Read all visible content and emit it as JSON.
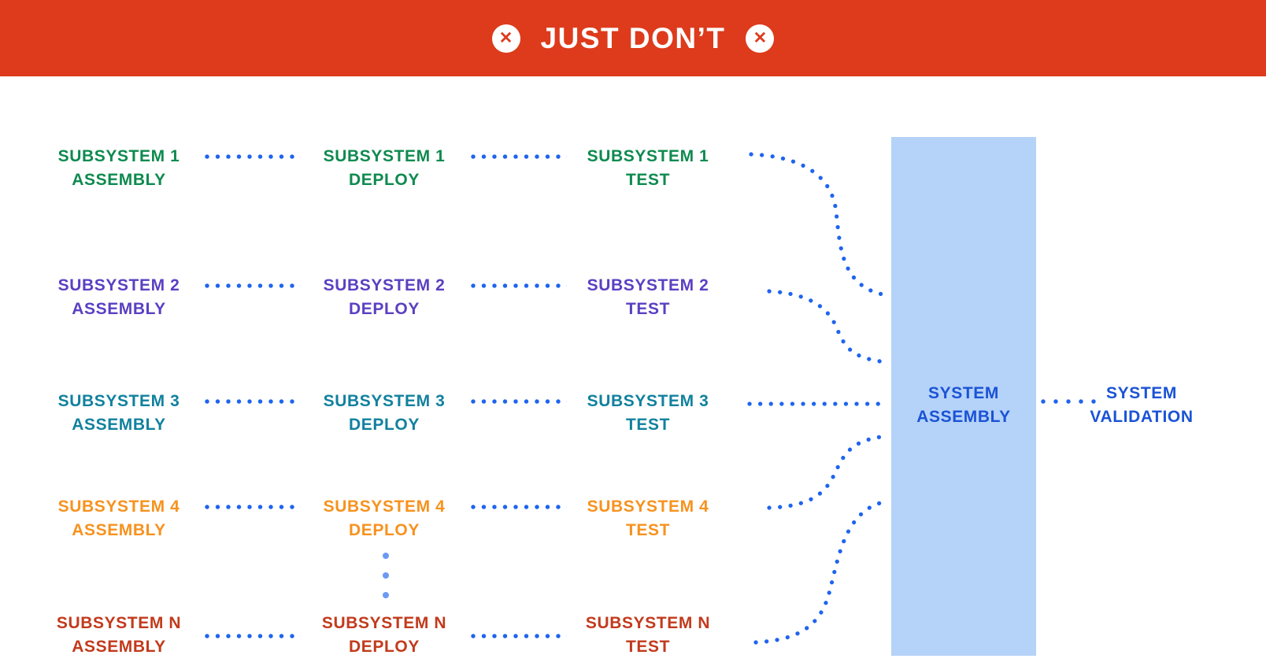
{
  "banner": {
    "title": "JUST DON’T",
    "icon": "x-circle",
    "background_color": "#DD3B1C",
    "icon_glyph": "✕"
  },
  "rows": [
    {
      "name": "subsystem-1",
      "color": "#0E8A4F",
      "cells": [
        {
          "line1": "SUBSYSTEM 1",
          "line2": "ASSEMBLY"
        },
        {
          "line1": "SUBSYSTEM 1",
          "line2": "DEPLOY"
        },
        {
          "line1": "SUBSYSTEM 1",
          "line2": "TEST"
        }
      ]
    },
    {
      "name": "subsystem-2",
      "color": "#5B40C2",
      "cells": [
        {
          "line1": "SUBSYSTEM 2",
          "line2": "ASSEMBLY"
        },
        {
          "line1": "SUBSYSTEM 2",
          "line2": "DEPLOY"
        },
        {
          "line1": "SUBSYSTEM 2",
          "line2": "TEST"
        }
      ]
    },
    {
      "name": "subsystem-3",
      "color": "#11819E",
      "cells": [
        {
          "line1": "SUBSYSTEM 3",
          "line2": "ASSEMBLY"
        },
        {
          "line1": "SUBSYSTEM 3",
          "line2": "DEPLOY"
        },
        {
          "line1": "SUBSYSTEM 3",
          "line2": "TEST"
        }
      ]
    },
    {
      "name": "subsystem-4",
      "color": "#F7921E",
      "cells": [
        {
          "line1": "SUBSYSTEM 4",
          "line2": "ASSEMBLY"
        },
        {
          "line1": "SUBSYSTEM 4",
          "line2": "DEPLOY"
        },
        {
          "line1": "SUBSYSTEM 4",
          "line2": "TEST"
        }
      ]
    },
    {
      "name": "subsystem-n",
      "color": "#C23A1C",
      "cells": [
        {
          "line1": "SUBSYSTEM N",
          "line2": "ASSEMBLY"
        },
        {
          "line1": "SUBSYSTEM N",
          "line2": "DEPLOY"
        },
        {
          "line1": "SUBSYSTEM N",
          "line2": "TEST"
        }
      ]
    }
  ],
  "ellipsis": {
    "meaning": "more subsystems between 4 and N",
    "dot_color": "#6C99F3"
  },
  "connectors": {
    "dot_color": "#1F64EE",
    "style": "dotted"
  },
  "system_assembly": {
    "line1": "SYSTEM",
    "line2": "ASSEMBLY",
    "box_color": "#B5D2F8",
    "text_color": "#1A53D6"
  },
  "system_validation": {
    "line1": "SYSTEM",
    "line2": "VALIDATION",
    "text_color": "#1A53D6"
  }
}
